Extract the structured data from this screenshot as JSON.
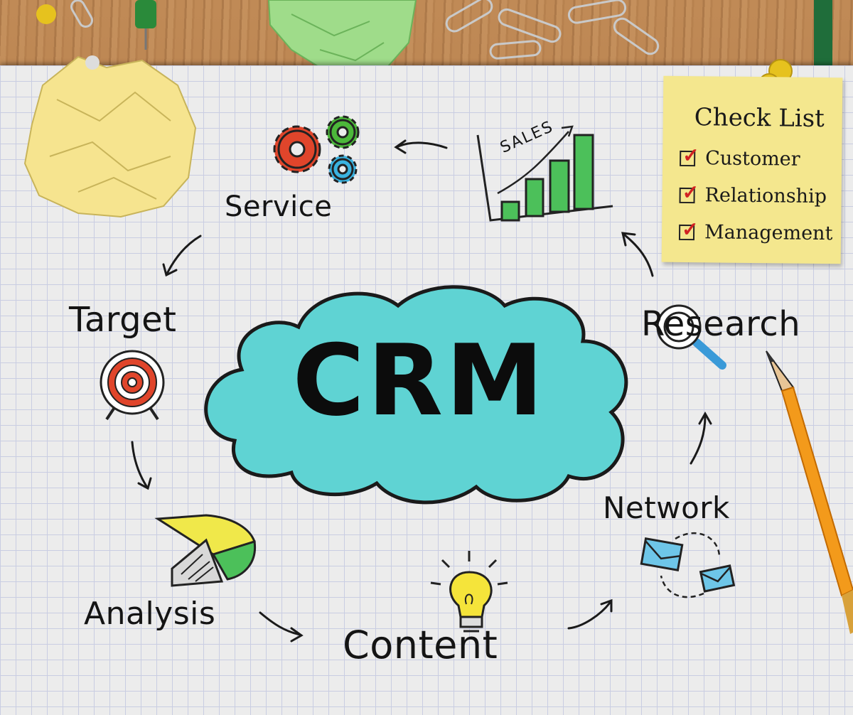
{
  "center": {
    "title": "CRM"
  },
  "nodes": {
    "service": "Service",
    "target": "Target",
    "analysis": "Analysis",
    "content": "Content",
    "network": "Network",
    "research": "Research",
    "sales": "SALES"
  },
  "checklist": {
    "title": "Check List",
    "items": [
      "Customer",
      "Relationship",
      "Management"
    ]
  },
  "colors": {
    "cloud": "#5fd3d3",
    "gear_red": "#e0452b",
    "gear_green": "#4cb83a",
    "gear_blue": "#3ab3e0",
    "bars": "#4cc05a",
    "note": "#f4e78e",
    "pencil": "#f39a1b"
  }
}
